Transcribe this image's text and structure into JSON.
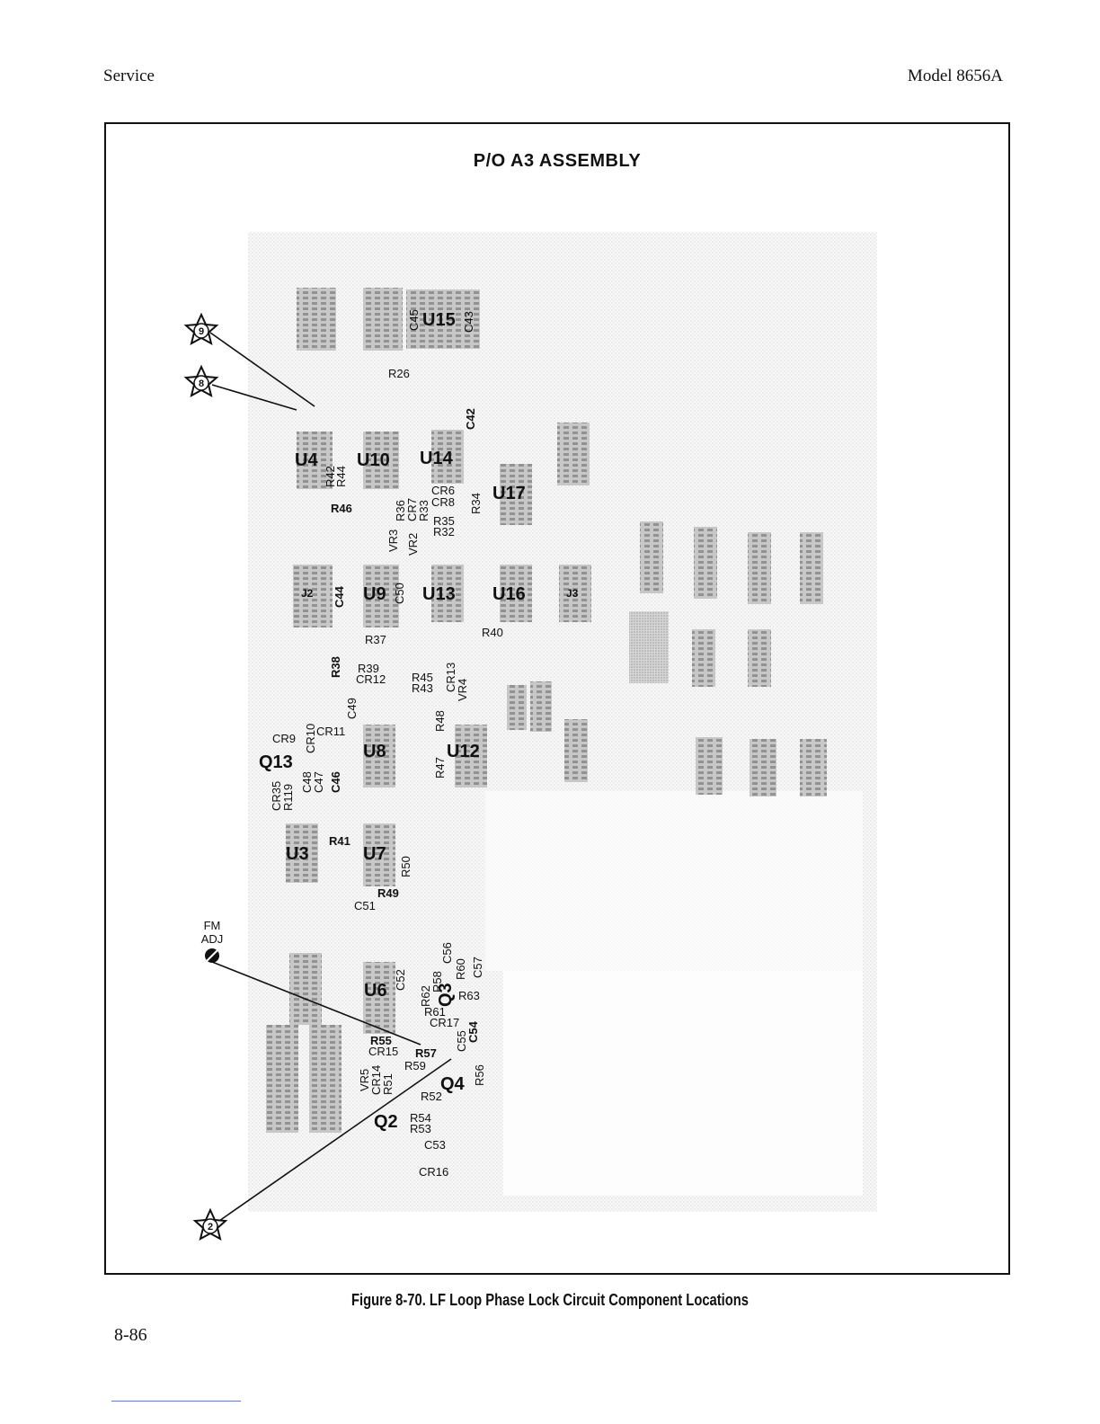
{
  "header": {
    "left": "Service",
    "right": "Model 8656A"
  },
  "figure": {
    "assembly_title": "P/O A3 ASSEMBLY",
    "caption": "Figure 8-70. LF Loop Phase Lock Circuit Component Locations",
    "test_points": [
      "9",
      "8",
      "2"
    ],
    "adjustment": {
      "line1": "FM",
      "line2": "ADJ"
    },
    "ic_labels": [
      "U4",
      "U10",
      "U14",
      "U17",
      "U15",
      "U9",
      "U13",
      "U16",
      "U8",
      "U12",
      "U3",
      "U7",
      "U6"
    ],
    "transistor_labels": [
      "Q13",
      "Q3",
      "Q4",
      "Q2"
    ],
    "connector_labels": [
      "J2",
      "J3"
    ],
    "small_labels": [
      "R26",
      "C45",
      "C43",
      "C42",
      "R42",
      "R44",
      "R46",
      "R36",
      "CR7",
      "R33",
      "CR6",
      "CR8",
      "R35",
      "R32",
      "R34",
      "VR3",
      "VR2",
      "C44",
      "C50",
      "R40",
      "R37",
      "R38",
      "R39",
      "CR12",
      "R45",
      "R43",
      "CR13",
      "VR4",
      "C49",
      "R48",
      "CR9",
      "CR10",
      "CR11",
      "R47",
      "C48",
      "C47",
      "C46",
      "CR35",
      "R119",
      "R41",
      "R50",
      "R49",
      "C51",
      "C52",
      "R62",
      "R58",
      "R60",
      "C56",
      "C57",
      "R63",
      "R61",
      "CR17",
      "C55",
      "C54",
      "R55",
      "CR15",
      "R57",
      "R59",
      "VR5",
      "CR14",
      "R51",
      "R56",
      "R52",
      "R54",
      "R53",
      "C53",
      "CR16"
    ]
  },
  "page_number": "8-86"
}
